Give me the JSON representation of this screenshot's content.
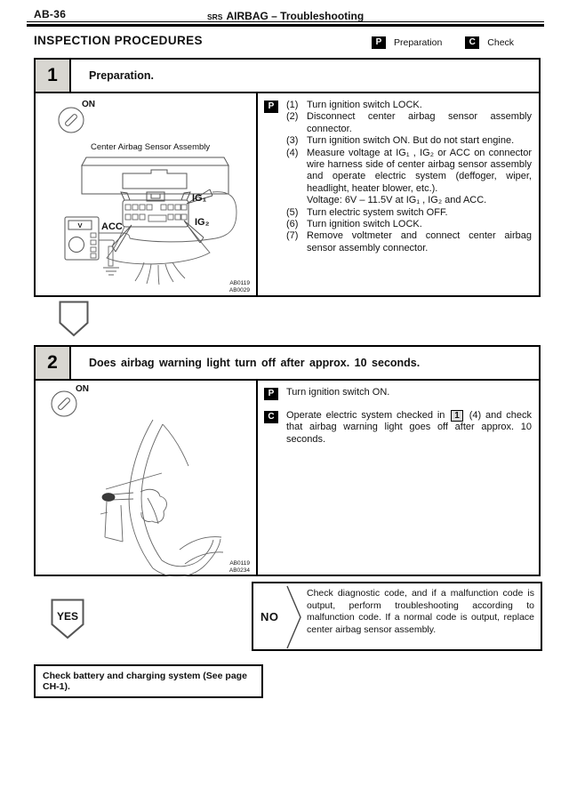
{
  "header": {
    "page_code": "AB-36",
    "series_label": "SRS",
    "title": "AIRBAG – Troubleshooting"
  },
  "section": {
    "title": "INSPECTION PROCEDURES"
  },
  "legend": {
    "prep_badge": "P",
    "prep_label": "Preparation",
    "check_badge": "C",
    "check_label": "Check"
  },
  "step1": {
    "number": "1",
    "title": "Preparation.",
    "prep_badge": "P",
    "figure": {
      "key_label": "ON",
      "caption": "Center Airbag Sensor Assembly",
      "meter_label": "V",
      "acc_label": "ACC",
      "ig1_label": "IG₁",
      "ig2_label": "IG₂",
      "code1": "AB0119",
      "code2": "AB0029"
    },
    "items": [
      {
        "num": "(1)",
        "text": "Turn ignition switch LOCK."
      },
      {
        "num": "(2)",
        "text": "Disconnect center airbag sensor assembly connector."
      },
      {
        "num": "(3)",
        "text": "Turn ignition switch ON. But do not start engine."
      },
      {
        "num": "(4)",
        "text": "Measure voltage at IG₁ , IG₂ or ACC on connector wire harness side of center airbag sensor assembly and operate electric system (deffoger, wiper, headlight, heater blower, etc.).",
        "note": "Voltage: 6V – 11.5V at IG₁ , IG₂ and ACC."
      },
      {
        "num": "(5)",
        "text": "Turn electric system switch OFF."
      },
      {
        "num": "(6)",
        "text": "Turn ignition switch LOCK."
      },
      {
        "num": "(7)",
        "text": "Remove voltmeter and connect center airbag sensor assembly connector."
      }
    ]
  },
  "step2": {
    "number": "2",
    "title": "Does airbag warning light turn off after approx. 10 seconds.",
    "prep_badge": "P",
    "prep_text": "Turn ignition switch ON.",
    "check_badge": "C",
    "check_before": "Operate electric system checked in",
    "check_ref": "1",
    "check_after": "(4) and check that airbag warning light goes off after approx. 10 seconds.",
    "figure": {
      "key_label": "ON",
      "code1": "AB0119",
      "code2": "AB0234"
    }
  },
  "yes_branch": {
    "label": "YES"
  },
  "no_branch": {
    "label": "NO",
    "text": "Check diagnostic code, and if a malfunction code is output, perform troubleshooting according to malfunction code.  If a normal code is output, replace center airbag sensor assembly."
  },
  "footer_note": {
    "text": "Check battery and charging system (See page CH-1)."
  }
}
